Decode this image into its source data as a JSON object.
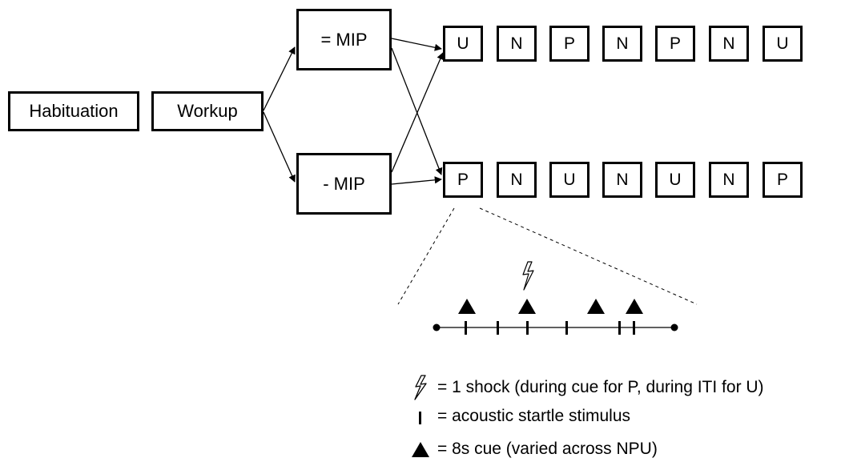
{
  "stages": {
    "habituation": "Habituation",
    "workup": "Workup",
    "mip_plus": "= MIP",
    "mip_minus": "- MIP"
  },
  "sequence_top": [
    "U",
    "N",
    "P",
    "N",
    "P",
    "N",
    "U"
  ],
  "sequence_bottom": [
    "P",
    "N",
    "U",
    "N",
    "U",
    "N",
    "P"
  ],
  "legend": {
    "shock": "= 1 shock (during cue for P, during ITI for U)",
    "startle": "= acoustic startle stimulus",
    "cue": "= 8s cue (varied across NPU)"
  },
  "icons": {
    "shock": "lightning-bolt-icon",
    "startle": "tick-mark-icon",
    "cue": "filled-triangle-icon"
  }
}
